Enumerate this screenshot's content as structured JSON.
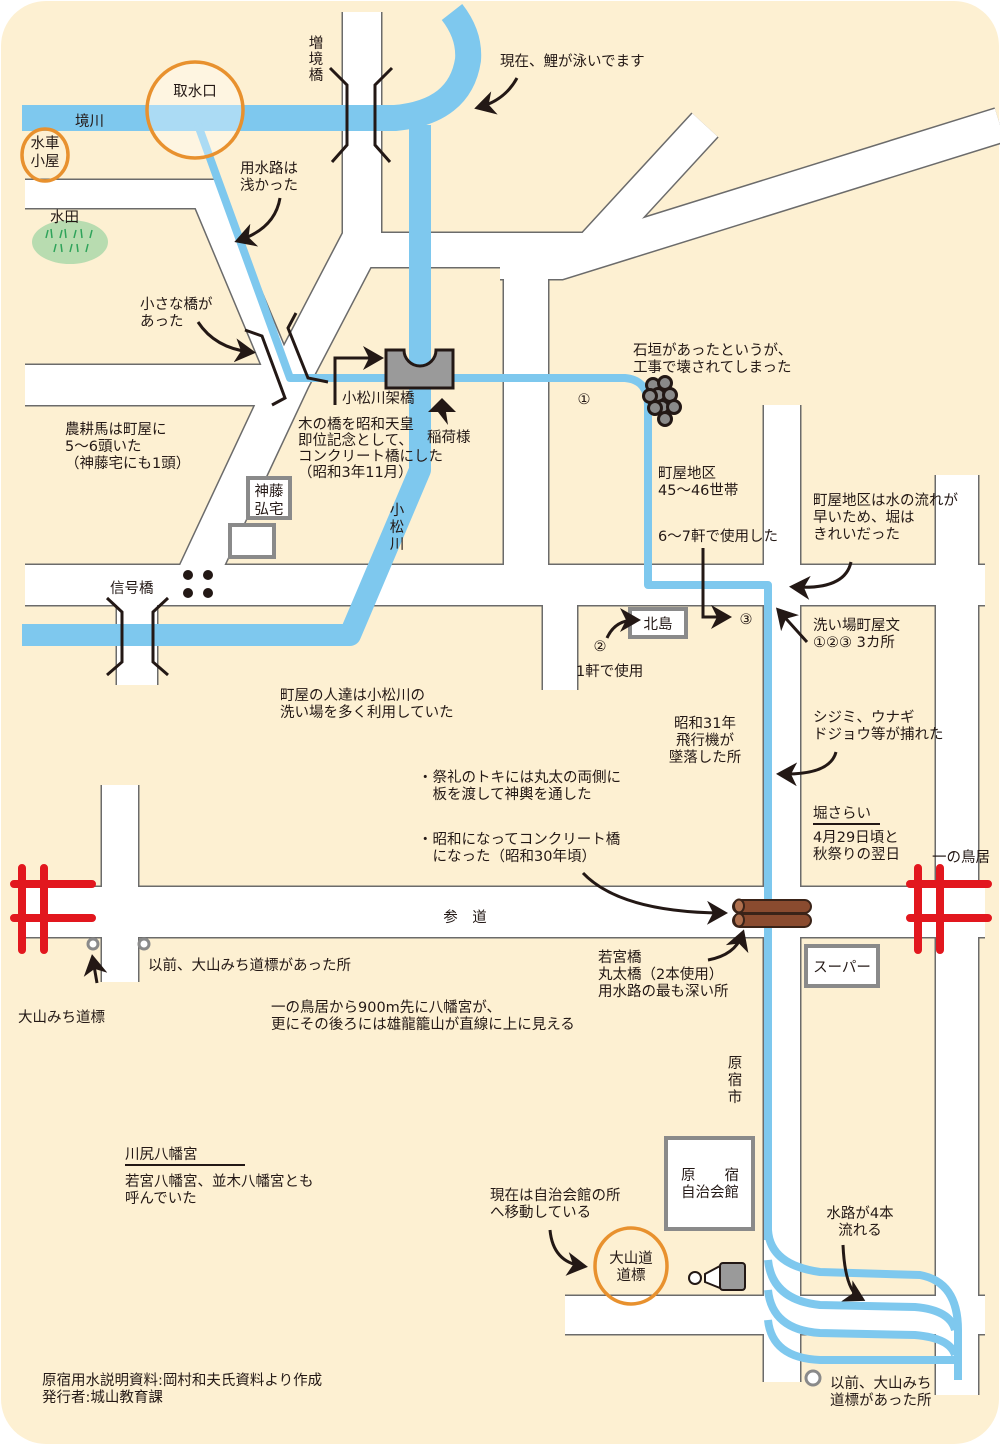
{
  "colors": {
    "background": "#fdf0d2",
    "river": "#7ec8ee",
    "road": "#ffffff",
    "road_edge": "#6b6b6b",
    "highlight_circle": "#e8912e",
    "torii": "#e2171e",
    "log": "#8a4b2f",
    "paddy": "#b8dcb0"
  },
  "labels": {
    "intake": [
      "取水口"
    ],
    "sakaigawa": [
      "境川"
    ],
    "suisha": [
      "水車",
      "小屋"
    ],
    "suiden": [
      "水田"
    ],
    "masusakai_bridge": [
      "増",
      "境",
      "橋"
    ],
    "koi": [
      "現在、鯉が泳いでます"
    ],
    "yousui_shallow": [
      "用水路は",
      "浅かった"
    ],
    "small_bridge": [
      "小さな橋が",
      "あった"
    ],
    "ishigaki": [
      "石垣があったというが、",
      "工事で壊されてしまった"
    ],
    "komatsu_bridge": [
      "小松川架橋"
    ],
    "inari": [
      "稲荷様"
    ],
    "circle1": [
      "①"
    ],
    "horse": [
      "農耕馬は町屋に",
      "5〜6頭いた",
      "（神藤宅にも1頭）"
    ],
    "wooden_bridge": [
      "木の橋を昭和天皇",
      "即位記念として、",
      "コンクリート橋にした",
      "（昭和3年11月）"
    ],
    "jindo": [
      "神藤",
      "弘宅"
    ],
    "komatsugawa": [
      "小",
      "松",
      "川"
    ],
    "machiya": [
      "町屋地区",
      "45〜46世帯"
    ],
    "use67": [
      "6〜7軒で使用した"
    ],
    "fast": [
      "町屋地区は水の流れが",
      "早いため、堀は",
      "きれいだった"
    ],
    "signal": [
      "信号橋"
    ],
    "kitajima": [
      "北島"
    ],
    "circle2": [
      "②"
    ],
    "circle3": [
      "③"
    ],
    "use1": [
      "1軒で使用"
    ],
    "washplace": [
      "洗い場町屋文",
      "①②③ 3カ所"
    ],
    "people": [
      "町屋の人達は小松川の",
      "洗い場を多く利用していた"
    ],
    "crash": [
      "昭和31年",
      "飛行機が",
      "墜落した所"
    ],
    "shijimi": [
      "シジミ、ウナギ",
      "ドジョウ等が捕れた"
    ],
    "festival": [
      "・祭礼のトキには丸太の両側に",
      "　板を渡して神輿を通した"
    ],
    "concrete30": [
      "・昭和になってコンクリート橋",
      "　になった（昭和30年頃）"
    ],
    "horisarai_title": [
      "堀さらい"
    ],
    "horisarai": [
      "4月29日頃と",
      "秋祭りの翌日"
    ],
    "ichinotorii": [
      "一の鳥居"
    ],
    "sando": [
      "参　道"
    ],
    "wakamiya": [
      "若宮橋",
      "丸太橋（2本使用）",
      "用水路の最も深い所"
    ],
    "former_sign1": [
      "以前、大山みち道標があった所"
    ],
    "oyama_sign": [
      "大山みち道標"
    ],
    "view900": [
      "一の鳥居から900m先に八幡宮が、",
      "更にその後ろには雄龍籠山が直線に上に見える"
    ],
    "super": [
      "スーパー"
    ],
    "harajuku_city": [
      "原",
      "宿",
      "市"
    ],
    "kawashiri_title": [
      "川尻八幡宮"
    ],
    "kawashiri": [
      "若宮八幡宮、並木八幡宮とも",
      "呼んでいた"
    ],
    "hall": [
      "原　　宿",
      "自治会館"
    ],
    "moved": [
      "現在は自治会館の所",
      "へ移動している"
    ],
    "oyama_michi": [
      "大山道",
      "道標"
    ],
    "fourways": [
      "水路が4本",
      "流れる"
    ],
    "former_sign2": [
      "以前、大山みち",
      "道標があった所"
    ],
    "credit": [
      "原宿用水説明資料:岡村和夫氏資料より作成",
      "発行者:城山教育課"
    ]
  }
}
